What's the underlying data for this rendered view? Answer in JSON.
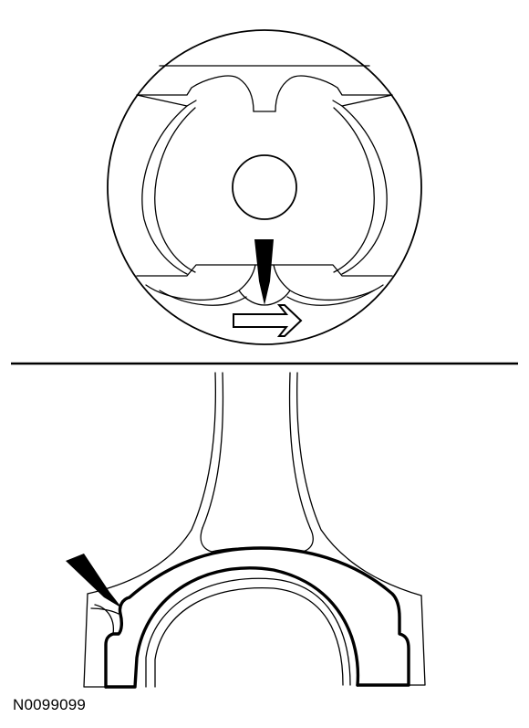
{
  "figure": {
    "reference_code": "N0099099",
    "ink_color": "#000000",
    "background_color": "#ffffff",
    "panels": [
      {
        "name": "piston-crown-top-view",
        "callouts": [
          "arrow-pointing-down",
          "direction-arrow-right"
        ]
      },
      {
        "name": "connecting-rod-big-end",
        "callouts": [
          "arrow-pointing-notch"
        ]
      }
    ]
  }
}
